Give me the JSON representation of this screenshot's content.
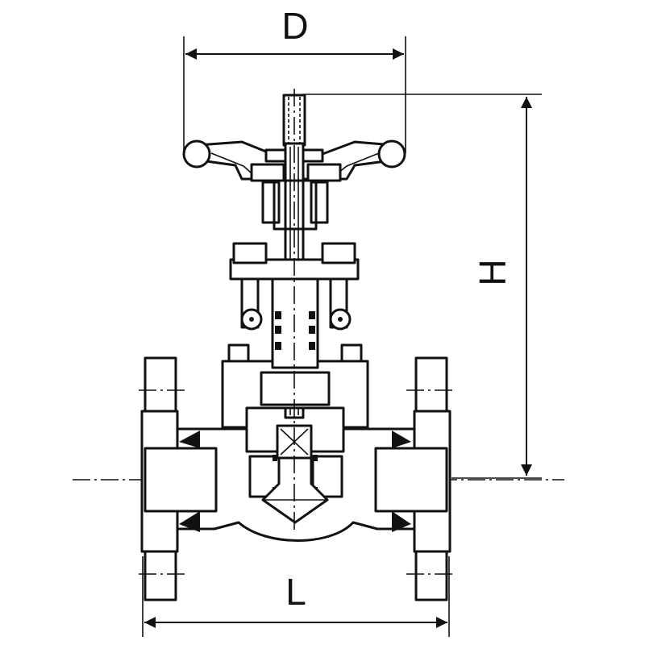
{
  "labels": {
    "d": "D",
    "h": "H",
    "l": "L"
  },
  "colors": {
    "line": "#111111",
    "background": "#ffffff"
  }
}
